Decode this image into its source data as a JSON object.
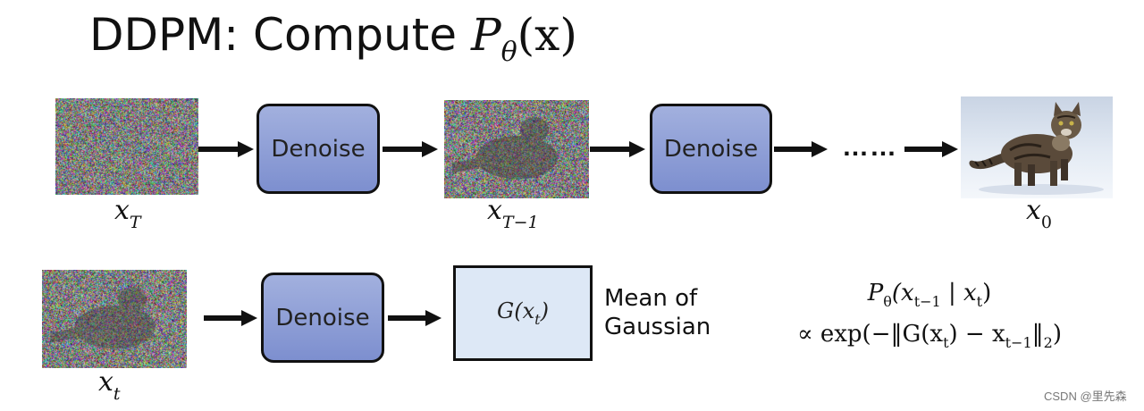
{
  "title": {
    "text": "DDPM: Compute ",
    "math_main": "P",
    "math_sub": "θ",
    "math_arg": "(x)"
  },
  "top_row": {
    "denoise_1": "Denoise",
    "denoise_2": "Denoise",
    "ellipsis": "……",
    "labels": {
      "xT": {
        "main": "x",
        "sub": "T"
      },
      "xT1": {
        "main": "x",
        "sub": "T−1"
      },
      "x0": {
        "main": "x",
        "sub": "0"
      }
    }
  },
  "bottom_row": {
    "denoise": "Denoise",
    "g_box": {
      "main": "G(x",
      "sub": "t",
      "close": ")"
    },
    "caption_line1": "Mean of",
    "caption_line2": "Gaussian",
    "label_xt": {
      "main": "x",
      "sub": "t"
    },
    "formula": {
      "line1": {
        "a": "P",
        "a_sub": "θ",
        "b": "(x",
        "b_sub": "t−1",
        "c": " | x",
        "c_sub": "t",
        "d": ")"
      },
      "line2": {
        "a": "∝ exp(−‖G(x",
        "a_sub": "t",
        "b": ") − x",
        "b_sub": "t−1",
        "c": "‖",
        "c_sub": "2",
        "d": ")"
      }
    }
  },
  "watermark": "CSDN @里先森",
  "colors": {
    "box_top": "#a2b0de",
    "box_bottom": "#7d8fcf",
    "gaussian_box": "#dde8f6",
    "arrow": "#111111"
  },
  "icons": {
    "noise": "noise-image",
    "cat": "cat-photo"
  }
}
